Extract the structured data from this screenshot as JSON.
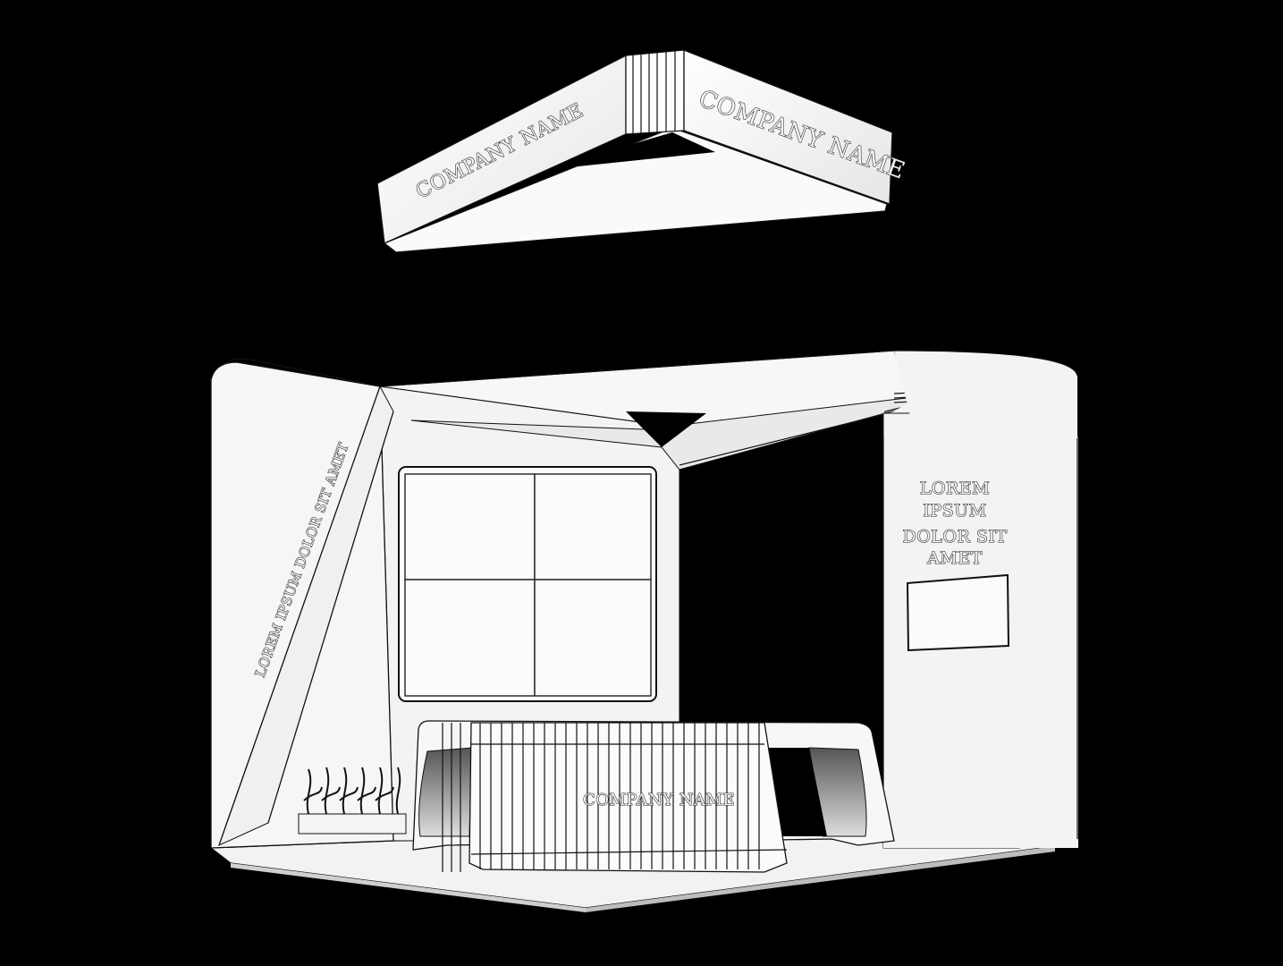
{
  "scene": {
    "description": "3D render of an exhibition booth with hanging triangular sign, reception counter, video wall and display screen",
    "background_color": "#000000",
    "surface_color": "#f5f5f5"
  },
  "hanging_sign": {
    "left_face_text": "COMPANY NAME",
    "right_face_text": "COMPANY NAME"
  },
  "left_wall": {
    "diagonal_text": "LOREM IPSUM DOLOR SIT AMET"
  },
  "right_wall": {
    "text_lines": [
      "LOREM",
      "IPSUM",
      "DOLOR SIT",
      "AMET"
    ]
  },
  "reception_counter": {
    "front_text": "COMPANY NAME"
  }
}
